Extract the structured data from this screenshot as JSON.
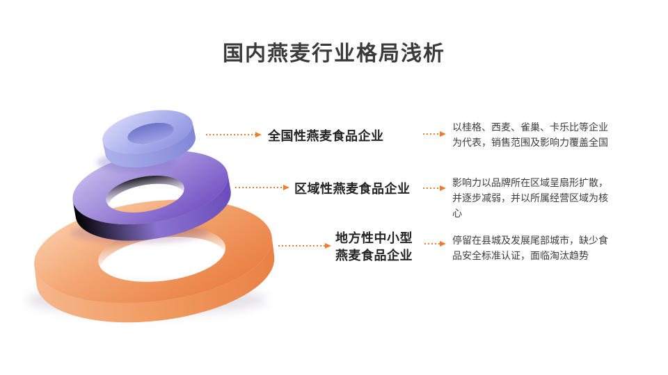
{
  "title": "国内燕麦行业格局浅析",
  "colors": {
    "accent_orange": "#ED7D31",
    "title_text": "#3A3A3A",
    "ring_top_purple_light": "#9BA0E5",
    "ring_middle_purple": "#7B5FC6",
    "ring_bottom_orange": "#EE8A4D"
  },
  "diagram": {
    "type": "stacked-3d-rings-pyramid",
    "rings": [
      {
        "name": "top-small-ring",
        "color": "#9BA0E5",
        "tier": "national"
      },
      {
        "name": "middle-ring",
        "color": "#7B5FC6",
        "tier": "regional"
      },
      {
        "name": "bottom-large-ring",
        "color": "#EE8A4D",
        "tier": "local"
      }
    ]
  },
  "tiers": [
    {
      "label": "全国性燕麦食品企业",
      "description": "以桂格、西麦、雀巢、卡乐比等企业\n为代表，销售范围及影响力覆盖全国"
    },
    {
      "label": "区域性燕麦食品企业",
      "description": "影响力以品牌所在区域呈扇形扩散，\n并逐步减弱，并以所属经营区域为核\n心"
    },
    {
      "label": "地方性中小型\n燕麦食品企业",
      "description": "停留在县城及发展尾部城市，缺少食\n品安全标准认证，面临淘汰趋势"
    }
  ]
}
